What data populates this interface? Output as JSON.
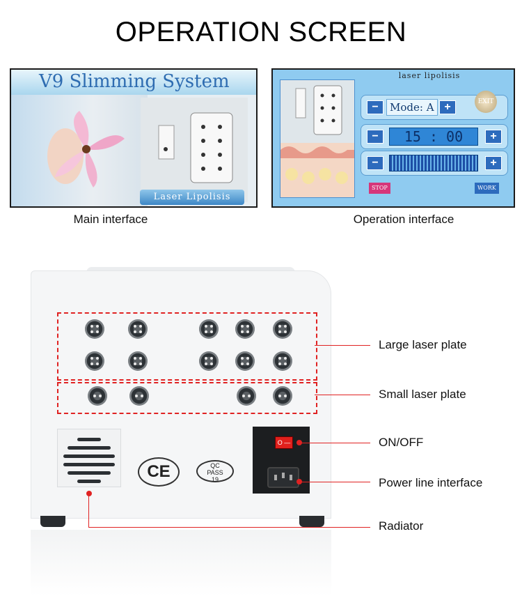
{
  "title": "OPERATION SCREEN",
  "captions": {
    "main": "Main interface",
    "operation": "Operation interface"
  },
  "main_screen": {
    "system_title": "V9 Slimming System",
    "button_label": "Laser Lipolisis"
  },
  "operation_screen": {
    "heading": "laser lipolisis",
    "mode_label": "Mode: A",
    "time_value": "15 : 00",
    "exit_label": "EXIT",
    "stop_label": "STOP",
    "work_label": "WORK",
    "minus_label": "−",
    "plus_label": "+"
  },
  "device": {
    "ce_mark": "CE",
    "qc_line1": "QC",
    "qc_line2": "PASS",
    "qc_line3": "19",
    "switch_mark": "O  —"
  },
  "labels": {
    "large_plate": "Large laser plate",
    "small_plate": "Small laser plate",
    "on_off": "ON/OFF",
    "power_line": "Power line interface",
    "radiator": "Radiator"
  },
  "colors": {
    "accent_red": "#e02222",
    "screen_blue": "#2e6cb1"
  }
}
